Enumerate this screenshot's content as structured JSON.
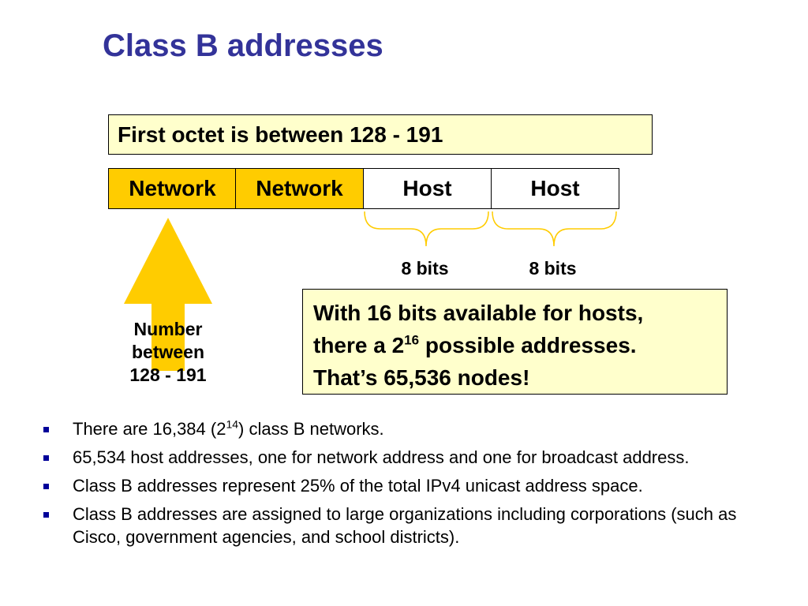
{
  "title": "Class B addresses",
  "octet_box": "First octet is between 128 - 191",
  "address_cells": [
    {
      "label": "Network",
      "kind": "network"
    },
    {
      "label": "Network",
      "kind": "network"
    },
    {
      "label": "Host",
      "kind": "host"
    },
    {
      "label": "Host",
      "kind": "host"
    }
  ],
  "bits_labels": [
    "8 bits",
    "8 bits"
  ],
  "info_box": {
    "line1": "With 16 bits available for hosts,",
    "line2_pre": "there a 2",
    "line2_sup": "16",
    "line2_post": " possible addresses.",
    "line3": "That’s 65,536 nodes!"
  },
  "arrow_label": {
    "line1": "Number",
    "line2": "between",
    "line3": "128 - 191"
  },
  "bullets": {
    "b1_pre": "There are 16,384 (2",
    "b1_sup": "14",
    "b1_post": ") class B networks.",
    "b2": "65,534 host addresses, one for network address and one for broadcast address.",
    "b3": "Class B addresses represent 25% of the total IPv4 unicast address space.",
    "b4": "Class B addresses are assigned to large organizations including corporations (such as Cisco, government agencies, and school districts)."
  },
  "colors": {
    "title": "#333399",
    "network_cell": "#ffcc00",
    "box_fill": "#ffffcc",
    "arrow": "#ffcc00",
    "brace": "#ffcc00",
    "bullet": "#000099"
  }
}
